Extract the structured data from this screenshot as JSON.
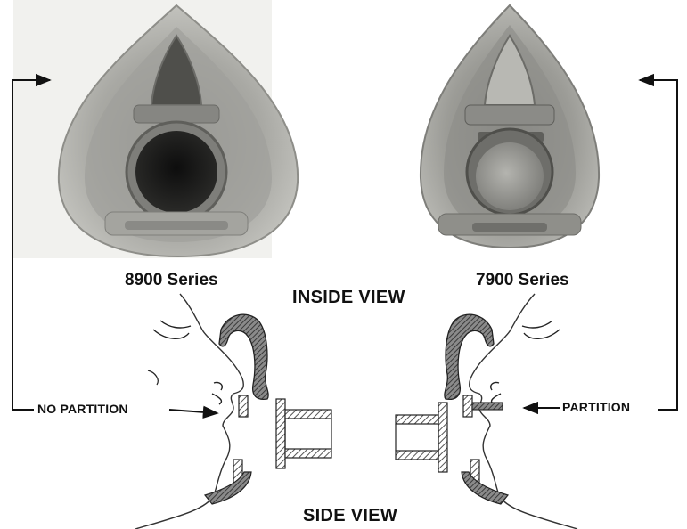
{
  "masks": {
    "left": {
      "series_label": "8900 Series"
    },
    "right": {
      "series_label": "7900 Series"
    }
  },
  "views": {
    "inside": "INSIDE VIEW",
    "side": "SIDE VIEW"
  },
  "callouts": {
    "left": "NO PARTITION",
    "right": "PARTITION"
  }
}
